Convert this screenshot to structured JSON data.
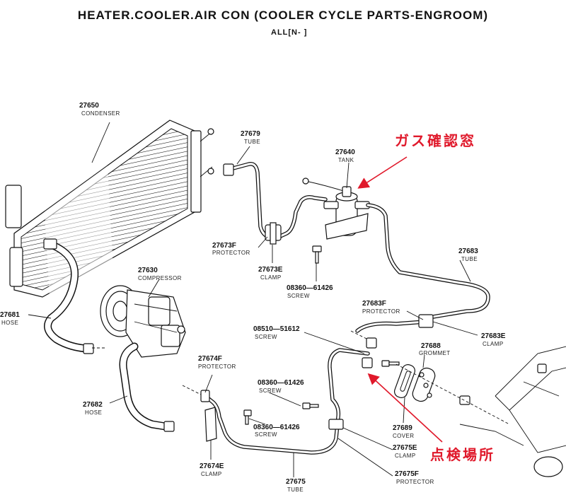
{
  "header": {
    "title": "HEATER.COOLER.AIR  CON (COOLER  CYCLE  PARTS-ENGROOM)",
    "applicability": "ALL[N-          ]"
  },
  "annotations": {
    "gas_check": "ガス確認窓",
    "inspection_point": "点検場所",
    "arrow_color": "#e0192b"
  },
  "parts": {
    "condenser": {
      "number": "27650",
      "name": "CONDENSER"
    },
    "tube_27679": {
      "number": "27679",
      "name": "TUBE"
    },
    "tank": {
      "number": "27640",
      "name": "TANK"
    },
    "protector_27673f": {
      "number": "27673F",
      "name": "PROTECTOR"
    },
    "clamp_27673e": {
      "number": "27673E",
      "name": "CLAMP"
    },
    "screw_08360_a": {
      "number": "08360—61426",
      "name": "SCREW"
    },
    "compressor": {
      "number": "27630",
      "name": "COMPRESSOR"
    },
    "hose_27681": {
      "number": "27681",
      "name": "HOSE"
    },
    "tube_27683": {
      "number": "27683",
      "name": "TUBE"
    },
    "protector_27683f": {
      "number": "27683F",
      "name": "PROTECTOR"
    },
    "clamp_27683e": {
      "number": "27683E",
      "name": "CLAMP"
    },
    "screw_08510": {
      "number": "08510—51612",
      "name": "SCREW"
    },
    "grommet": {
      "number": "27688",
      "name": "GROMMET"
    },
    "protector_27674f": {
      "number": "27674F",
      "name": "PROTECTOR"
    },
    "screw_08360_b": {
      "number": "08360—61426",
      "name": "SCREW"
    },
    "screw_08360_c": {
      "number": "08360—61426",
      "name": "SCREW"
    },
    "hose_27682": {
      "number": "27682",
      "name": "HOSE"
    },
    "cover": {
      "number": "27689",
      "name": "COVER"
    },
    "clamp_27675e": {
      "number": "27675E",
      "name": "CLAMP"
    },
    "clamp_27674e": {
      "number": "27674E",
      "name": "CLAMP"
    },
    "tube_27675": {
      "number": "27675",
      "name": "TUBE"
    },
    "protector_27675f": {
      "number": "27675F",
      "name": "PROTECTOR"
    }
  }
}
